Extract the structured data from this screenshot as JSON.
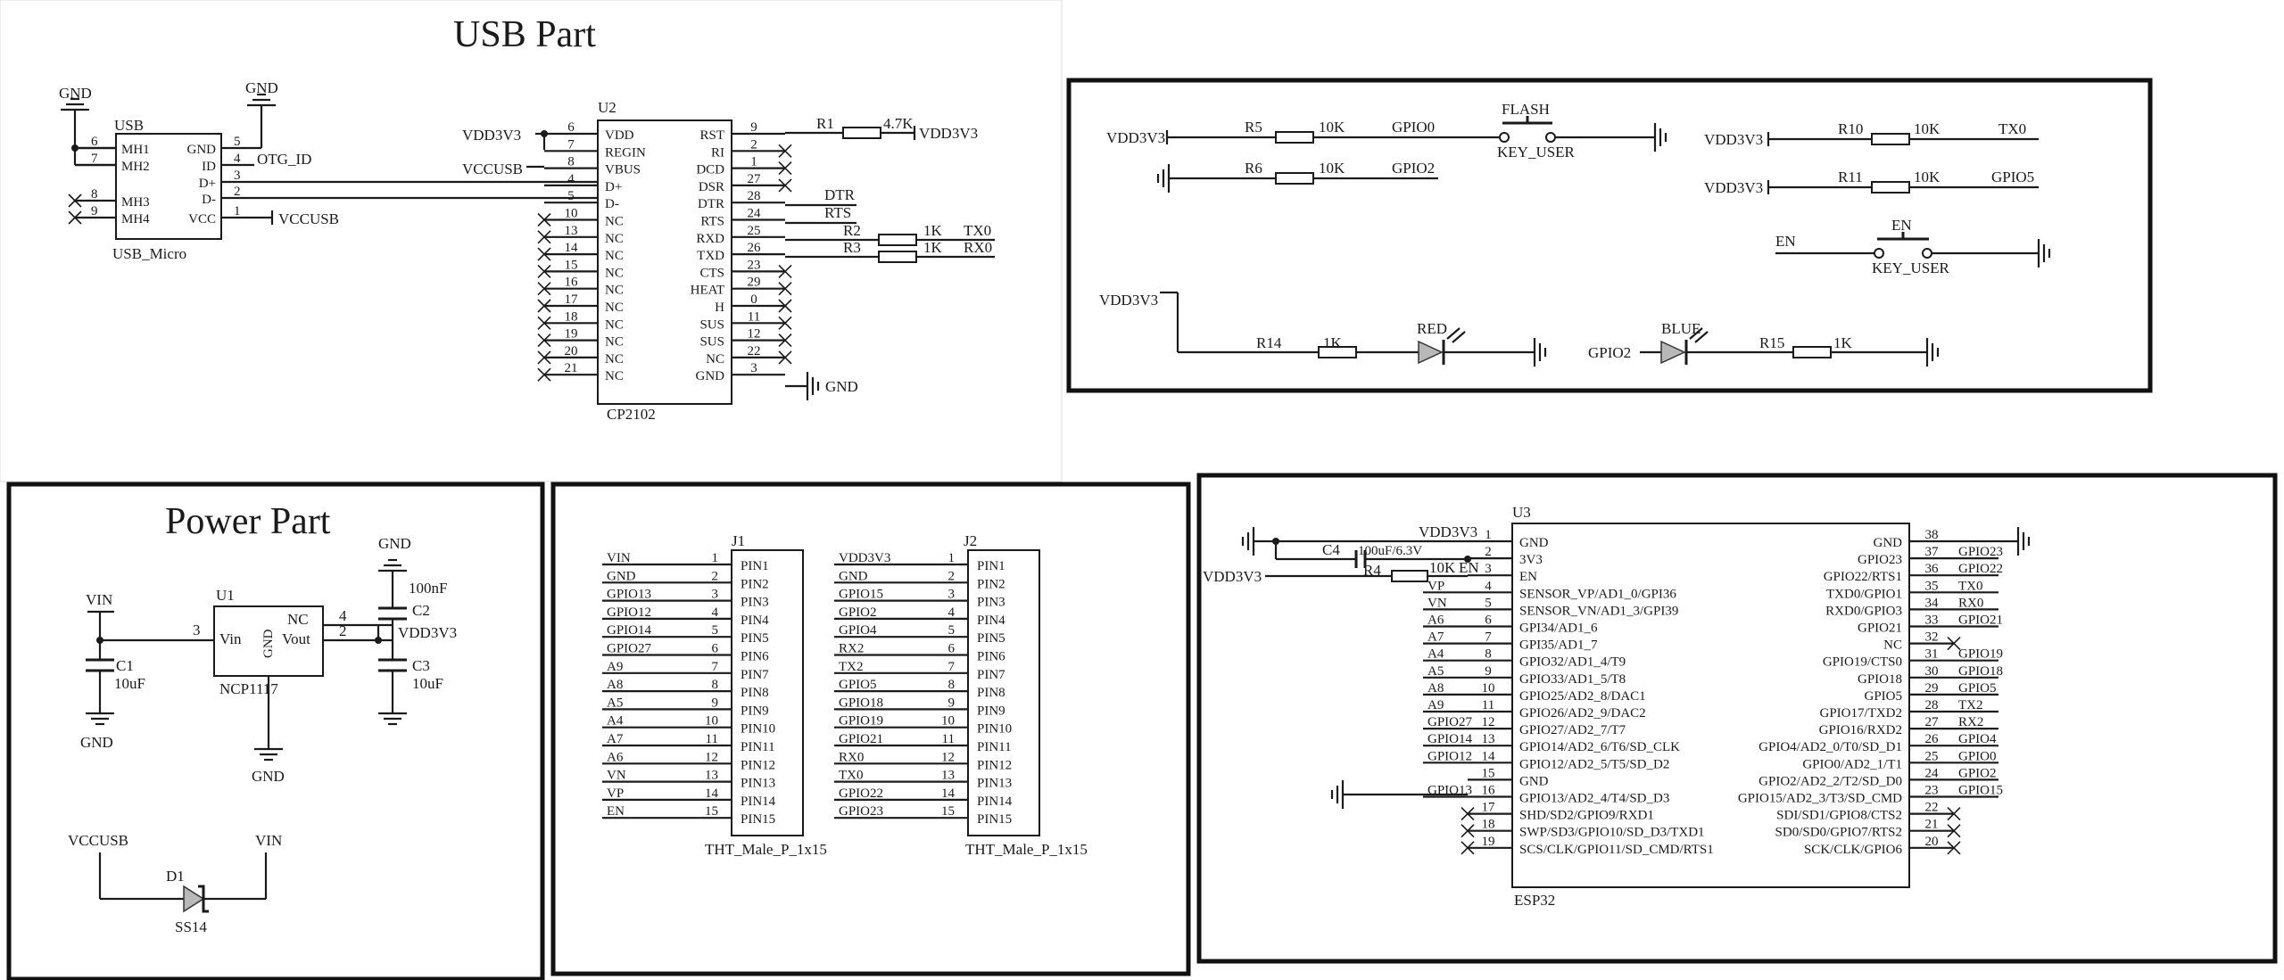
{
  "usb": {
    "title": "USB Part",
    "gnd": "GND",
    "conn_ref": "USB",
    "conn_name": "USB_Micro",
    "conn_left_pins": [
      {
        "num": "6",
        "name": "MH1"
      },
      {
        "num": "7",
        "name": "MH2"
      },
      {
        "num": "8",
        "name": "MH3"
      },
      {
        "num": "9",
        "name": "MH4"
      }
    ],
    "conn_right_pins": [
      {
        "num": "5",
        "name": "GND"
      },
      {
        "num": "4",
        "name": "ID"
      },
      {
        "num": "3",
        "name": "D+"
      },
      {
        "num": "2",
        "name": "D-"
      },
      {
        "num": "1",
        "name": "VCC"
      }
    ],
    "otg_id": "OTG_ID",
    "vccusb": "VCCUSB",
    "u2_ref": "U2",
    "u2_name": "CP2102",
    "vdd3v3": "VDD3V3",
    "u2_left_pins": [
      {
        "num": "6",
        "name": "VDD"
      },
      {
        "num": "7",
        "name": "REGIN"
      },
      {
        "num": "8",
        "name": "VBUS"
      },
      {
        "num": "4",
        "name": "D+"
      },
      {
        "num": "5",
        "name": "D-"
      },
      {
        "num": "10",
        "name": "NC"
      },
      {
        "num": "13",
        "name": "NC"
      },
      {
        "num": "14",
        "name": "NC"
      },
      {
        "num": "15",
        "name": "NC"
      },
      {
        "num": "16",
        "name": "NC"
      },
      {
        "num": "17",
        "name": "NC"
      },
      {
        "num": "18",
        "name": "NC"
      },
      {
        "num": "19",
        "name": "NC"
      },
      {
        "num": "20",
        "name": "NC"
      },
      {
        "num": "21",
        "name": "NC"
      }
    ],
    "u2_right_pins": [
      {
        "num": "9",
        "name": "RST"
      },
      {
        "num": "2",
        "name": "RI"
      },
      {
        "num": "1",
        "name": "DCD"
      },
      {
        "num": "27",
        "name": "DSR"
      },
      {
        "num": "28",
        "name": "DTR"
      },
      {
        "num": "24",
        "name": "RTS"
      },
      {
        "num": "25",
        "name": "RXD"
      },
      {
        "num": "26",
        "name": "TXD"
      },
      {
        "num": "23",
        "name": "CTS"
      },
      {
        "num": "29",
        "name": "HEAT"
      },
      {
        "num": "0",
        "name": "H"
      },
      {
        "num": "11",
        "name": "SUS"
      },
      {
        "num": "12",
        "name": "SUS"
      },
      {
        "num": "22",
        "name": "NC"
      },
      {
        "num": "3",
        "name": "GND"
      }
    ],
    "r1": "R1",
    "r1_val": "4.7K",
    "dtr": "DTR",
    "rts": "RTS",
    "r2": "R2",
    "r2_val": "1K",
    "tx0": "TX0",
    "r3": "R3",
    "r3_val": "1K",
    "rx0": "RX0"
  },
  "buttons": {
    "vdd3v3": "VDD3V3",
    "r5": "R5",
    "r5_val": "10K",
    "gpio0": "GPIO0",
    "flash": "FLASH",
    "key_user": "KEY_USER",
    "r6": "R6",
    "r6_val": "10K",
    "gpio2": "GPIO2",
    "r10": "R10",
    "r10_val": "10K",
    "tx0": "TX0",
    "r11": "R11",
    "r11_val": "10K",
    "gpio5": "GPIO5",
    "en": "EN",
    "en_btn": "EN",
    "en_key_user": "KEY_USER",
    "r14": "R14",
    "r14_val": "1K",
    "red": "RED",
    "gpio2_led": "GPIO2",
    "blue": "BLUE",
    "r15": "R15",
    "r15_val": "1K"
  },
  "power": {
    "title": "Power Part",
    "vin": "VIN",
    "gnd": "GND",
    "c1": "C1",
    "c1_val": "10uF",
    "u1_ref": "U1",
    "u1_name": "NCP1117",
    "u1_vin": "Vin",
    "u1_gnd": "GND",
    "u1_nc": "NC",
    "u1_vout": "Vout",
    "pin3": "3",
    "pin4": "4",
    "pin2": "2",
    "c2": "C2",
    "c2_val": "100nF",
    "vdd3v3": "VDD3V3",
    "c3": "C3",
    "c3_val": "10uF",
    "vccusb": "VCCUSB",
    "d1": "D1",
    "d1_name": "SS14"
  },
  "headers": {
    "j1_ref": "J1",
    "j2_ref": "J2",
    "j1_name": "THT_Male_P_1x15",
    "j2_name": "THT_Male_P_1x15",
    "pin_labels": [
      "PIN1",
      "PIN2",
      "PIN3",
      "PIN4",
      "PIN5",
      "PIN6",
      "PIN7",
      "PIN8",
      "PIN9",
      "PIN10",
      "PIN11",
      "PIN12",
      "PIN13",
      "PIN14",
      "PIN15"
    ],
    "j1_nets": [
      "VIN",
      "GND",
      "GPIO13",
      "GPIO12",
      "GPIO14",
      "GPIO27",
      "A9",
      "A8",
      "A5",
      "A4",
      "A7",
      "A6",
      "VN",
      "VP",
      "EN"
    ],
    "j2_nets": [
      "VDD3V3",
      "GND",
      "GPIO15",
      "GPIO2",
      "GPIO4",
      "RX2",
      "TX2",
      "GPIO5",
      "GPIO18",
      "GPIO19",
      "GPIO21",
      "RX0",
      "TX0",
      "GPIO22",
      "GPIO23"
    ]
  },
  "esp32": {
    "ref": "U3",
    "name": "ESP32",
    "vdd3v3_top": "VDD3V3",
    "vdd3v3_left": "VDD3V3",
    "c4": "C4",
    "c4_val": "100uF/6.3V",
    "r4": "R4",
    "r4_val": "10K",
    "en_net": "EN",
    "left_pins": [
      {
        "num": "1",
        "name": "GND",
        "net": ""
      },
      {
        "num": "2",
        "name": "3V3",
        "net": ""
      },
      {
        "num": "3",
        "name": "EN",
        "net": ""
      },
      {
        "num": "4",
        "name": "SENSOR_VP/AD1_0/GPI36",
        "net": "VP"
      },
      {
        "num": "5",
        "name": "SENSOR_VN/AD1_3/GPI39",
        "net": "VN"
      },
      {
        "num": "6",
        "name": "GPI34/AD1_6",
        "net": "A6"
      },
      {
        "num": "7",
        "name": "GPI35/AD1_7",
        "net": "A7"
      },
      {
        "num": "8",
        "name": "GPIO32/AD1_4/T9",
        "net": "A4"
      },
      {
        "num": "9",
        "name": "GPIO33/AD1_5/T8",
        "net": "A5"
      },
      {
        "num": "10",
        "name": "GPIO25/AD2_8/DAC1",
        "net": "A8"
      },
      {
        "num": "11",
        "name": "GPIO26/AD2_9/DAC2",
        "net": "A9"
      },
      {
        "num": "12",
        "name": "GPIO27/AD2_7/T7",
        "net": "GPIO27"
      },
      {
        "num": "13",
        "name": "GPIO14/AD2_6/T6/SD_CLK",
        "net": "GPIO14"
      },
      {
        "num": "14",
        "name": "GPIO12/AD2_5/T5/SD_D2",
        "net": "GPIO12"
      },
      {
        "num": "15",
        "name": "GND",
        "net": ""
      },
      {
        "num": "16",
        "name": "GPIO13/AD2_4/T4/SD_D3",
        "net": "GPIO13"
      },
      {
        "num": "17",
        "name": "SHD/SD2/GPIO9/RXD1",
        "net": ""
      },
      {
        "num": "18",
        "name": "SWP/SD3/GPIO10/SD_D3/TXD1",
        "net": ""
      },
      {
        "num": "19",
        "name": "SCS/CLK/GPIO11/SD_CMD/RTS1",
        "net": ""
      }
    ],
    "right_pins": [
      {
        "num": "38",
        "name": "GND",
        "net": ""
      },
      {
        "num": "37",
        "name": "GPIO23",
        "net": "GPIO23"
      },
      {
        "num": "36",
        "name": "GPIO22/RTS1",
        "net": "GPIO22"
      },
      {
        "num": "35",
        "name": "TXD0/GPIO1",
        "net": "TX0"
      },
      {
        "num": "34",
        "name": "RXD0/GPIO3",
        "net": "RX0"
      },
      {
        "num": "33",
        "name": "GPIO21",
        "net": "GPIO21"
      },
      {
        "num": "32",
        "name": "NC",
        "net": ""
      },
      {
        "num": "31",
        "name": "GPIO19/CTS0",
        "net": "GPIO19"
      },
      {
        "num": "30",
        "name": "GPIO18",
        "net": "GPIO18"
      },
      {
        "num": "29",
        "name": "GPIO5",
        "net": "GPIO5"
      },
      {
        "num": "28",
        "name": "GPIO17/TXD2",
        "net": "TX2"
      },
      {
        "num": "27",
        "name": "GPIO16/RXD2",
        "net": "RX2"
      },
      {
        "num": "26",
        "name": "GPIO4/AD2_0/T0/SD_D1",
        "net": "GPIO4"
      },
      {
        "num": "25",
        "name": "GPIO0/AD2_1/T1",
        "net": "GPIO0"
      },
      {
        "num": "24",
        "name": "GPIO2/AD2_2/T2/SD_D0",
        "net": "GPIO2"
      },
      {
        "num": "23",
        "name": "GPIO15/AD2_3/T3/SD_CMD",
        "net": "GPIO15"
      },
      {
        "num": "22",
        "name": "SDI/SD1/GPIO8/CTS2",
        "net": ""
      },
      {
        "num": "21",
        "name": "SD0/SD0/GPIO7/RTS2",
        "net": ""
      },
      {
        "num": "20",
        "name": "SCK/CLK/GPIO6",
        "net": ""
      }
    ]
  }
}
